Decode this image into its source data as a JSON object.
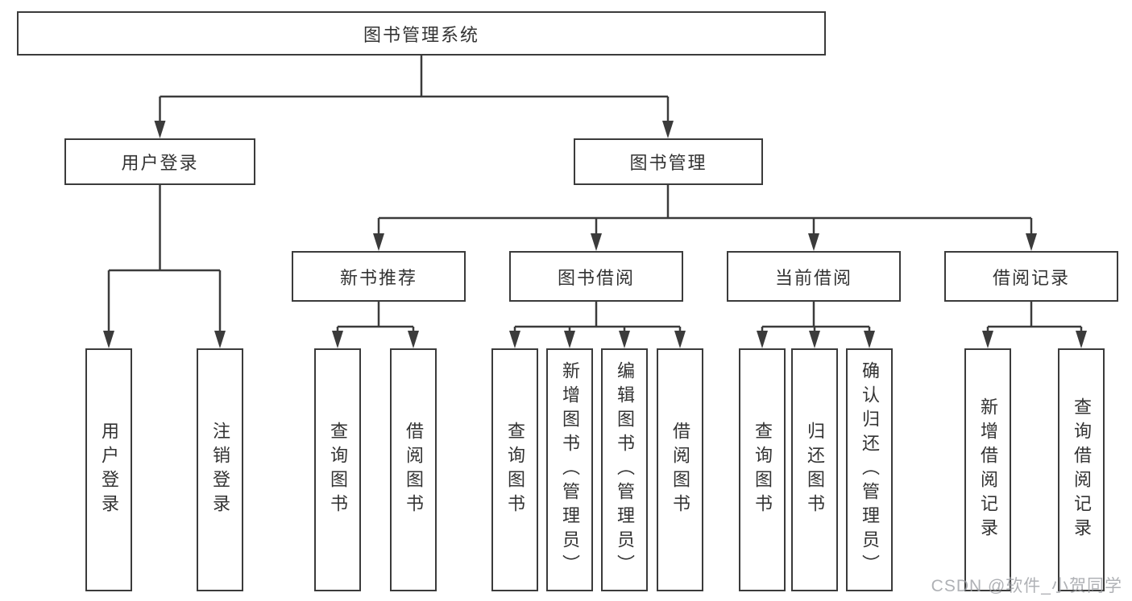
{
  "diagram": {
    "root": {
      "label": "图书管理系统"
    },
    "level2": [
      {
        "label": "用户登录"
      },
      {
        "label": "图书管理"
      }
    ],
    "level3": [
      {
        "label": "新书推荐"
      },
      {
        "label": "图书借阅"
      },
      {
        "label": "当前借阅"
      },
      {
        "label": "借阅记录"
      }
    ],
    "leaves": {
      "user_login": [
        "用户登录",
        "注销登录"
      ],
      "new_book_recommend": [
        "查询图书",
        "借阅图书"
      ],
      "book_borrow": [
        "查询图书",
        "新增图书（管理员）",
        "编辑图书（管理员）",
        "借阅图书"
      ],
      "current_borrow": [
        "查询图书",
        "归还图书",
        "确认归还（管理员）"
      ],
      "borrow_records": [
        "新增借阅记录",
        "查询借阅记录"
      ]
    },
    "colors": {
      "line": "#3b3b3b",
      "box_border": "#3b3b3b",
      "text": "#333333",
      "watermark": "#9b9ea2"
    }
  },
  "watermark": {
    "text": "CSDN @软件_小贺同学"
  }
}
